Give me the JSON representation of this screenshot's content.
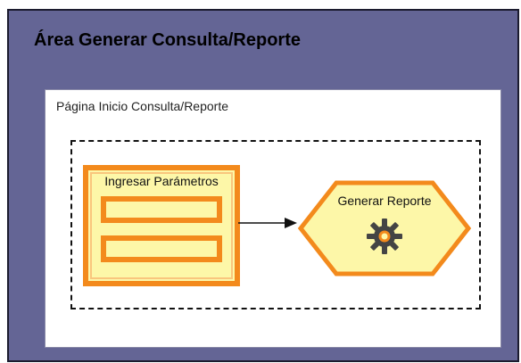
{
  "area": {
    "title": "Área Generar Consulta/Reporte"
  },
  "page": {
    "title": "Página Inicio Consulta/Reporte"
  },
  "params": {
    "title": "Ingresar Parámetros"
  },
  "report": {
    "label": "Generar Reporte",
    "icon": "gear-icon"
  },
  "colors": {
    "area_bg": "#646595",
    "orange": "#f38a1c",
    "yellow": "#fdf7a8",
    "gear": "#444444"
  }
}
